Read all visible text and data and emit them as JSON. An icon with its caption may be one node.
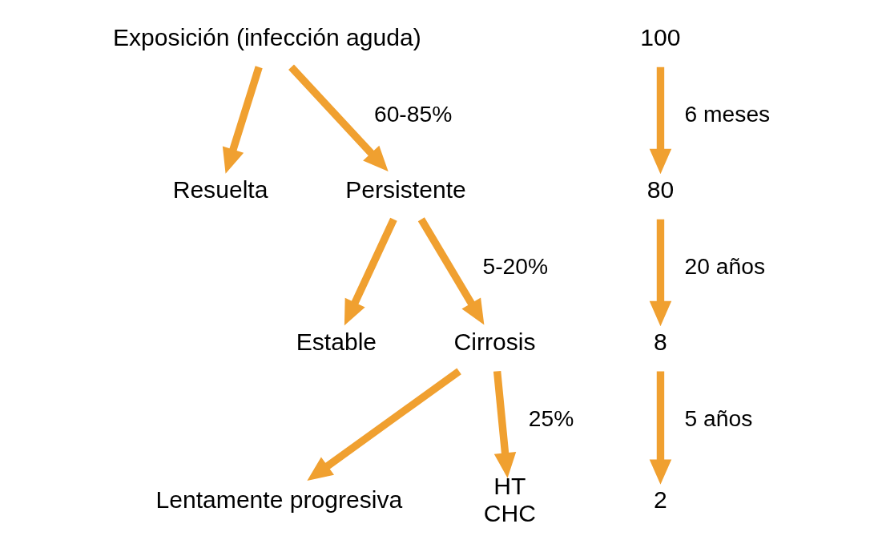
{
  "diagram": {
    "nodes": [
      {
        "text": [
          "Exposición (infección aguda)"
        ]
      },
      {
        "text": [
          "Resuelta"
        ]
      },
      {
        "text": [
          "Persistente"
        ]
      },
      {
        "text": [
          "Estable"
        ]
      },
      {
        "text": [
          "Cirrosis"
        ]
      },
      {
        "text": [
          "Lentamente progresiva"
        ]
      },
      {
        "text": [
          "HT",
          "CHC"
        ]
      },
      {
        "text": [
          "100"
        ]
      },
      {
        "text": [
          "80"
        ]
      },
      {
        "text": [
          "8"
        ]
      },
      {
        "text": [
          "2"
        ]
      }
    ],
    "edges": [
      {
        "from": 0,
        "to": 1,
        "arrow": "to"
      },
      {
        "from": 0,
        "to": 2,
        "arrow": "to",
        "label": "60-85%"
      },
      {
        "from": 2,
        "to": 3,
        "arrow": "to"
      },
      {
        "from": 2,
        "to": 4,
        "arrow": "to",
        "label": "5-20%"
      },
      {
        "from": 4,
        "to": 5,
        "arrow": "to"
      },
      {
        "from": 4,
        "to": 6,
        "arrow": "to",
        "label": "25%"
      },
      {
        "from": 7,
        "to": 8,
        "arrow": "to",
        "label": "6 meses"
      },
      {
        "from": 8,
        "to": 9,
        "arrow": "to",
        "label": "20 años"
      },
      {
        "from": 9,
        "to": 10,
        "arrow": "to",
        "label": "5 años"
      }
    ]
  }
}
